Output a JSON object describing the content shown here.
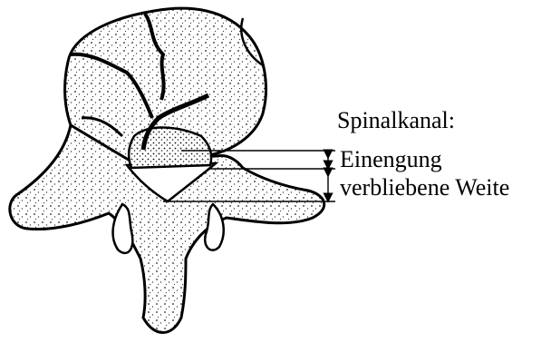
{
  "labels": {
    "title": "Spinalkanal:",
    "narrowing": "Einengung",
    "remaining": "verbliebene Weite"
  }
}
